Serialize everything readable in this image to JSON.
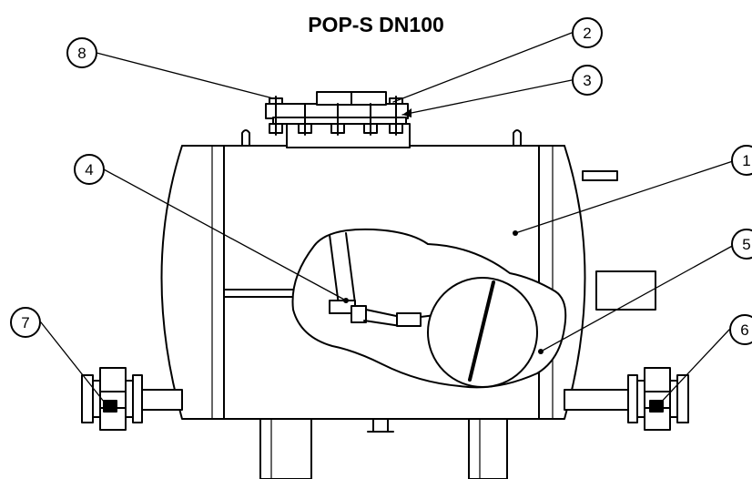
{
  "title": "POP-S DN100",
  "callouts": [
    "1",
    "2",
    "3",
    "4",
    "5",
    "6",
    "7",
    "8"
  ]
}
